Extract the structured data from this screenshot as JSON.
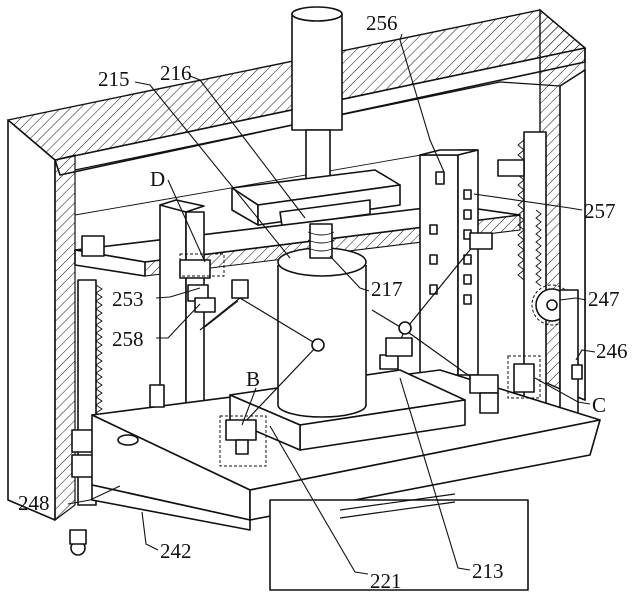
{
  "labels": {
    "l256": "256",
    "l216": "216",
    "l215": "215",
    "lD": "D",
    "l257": "257",
    "l217": "217",
    "l253": "253",
    "l247": "247",
    "l258": "258",
    "l246": "246",
    "lB": "B",
    "lC": "C",
    "l248": "248",
    "l242": "242",
    "l213": "213",
    "l221": "221"
  }
}
